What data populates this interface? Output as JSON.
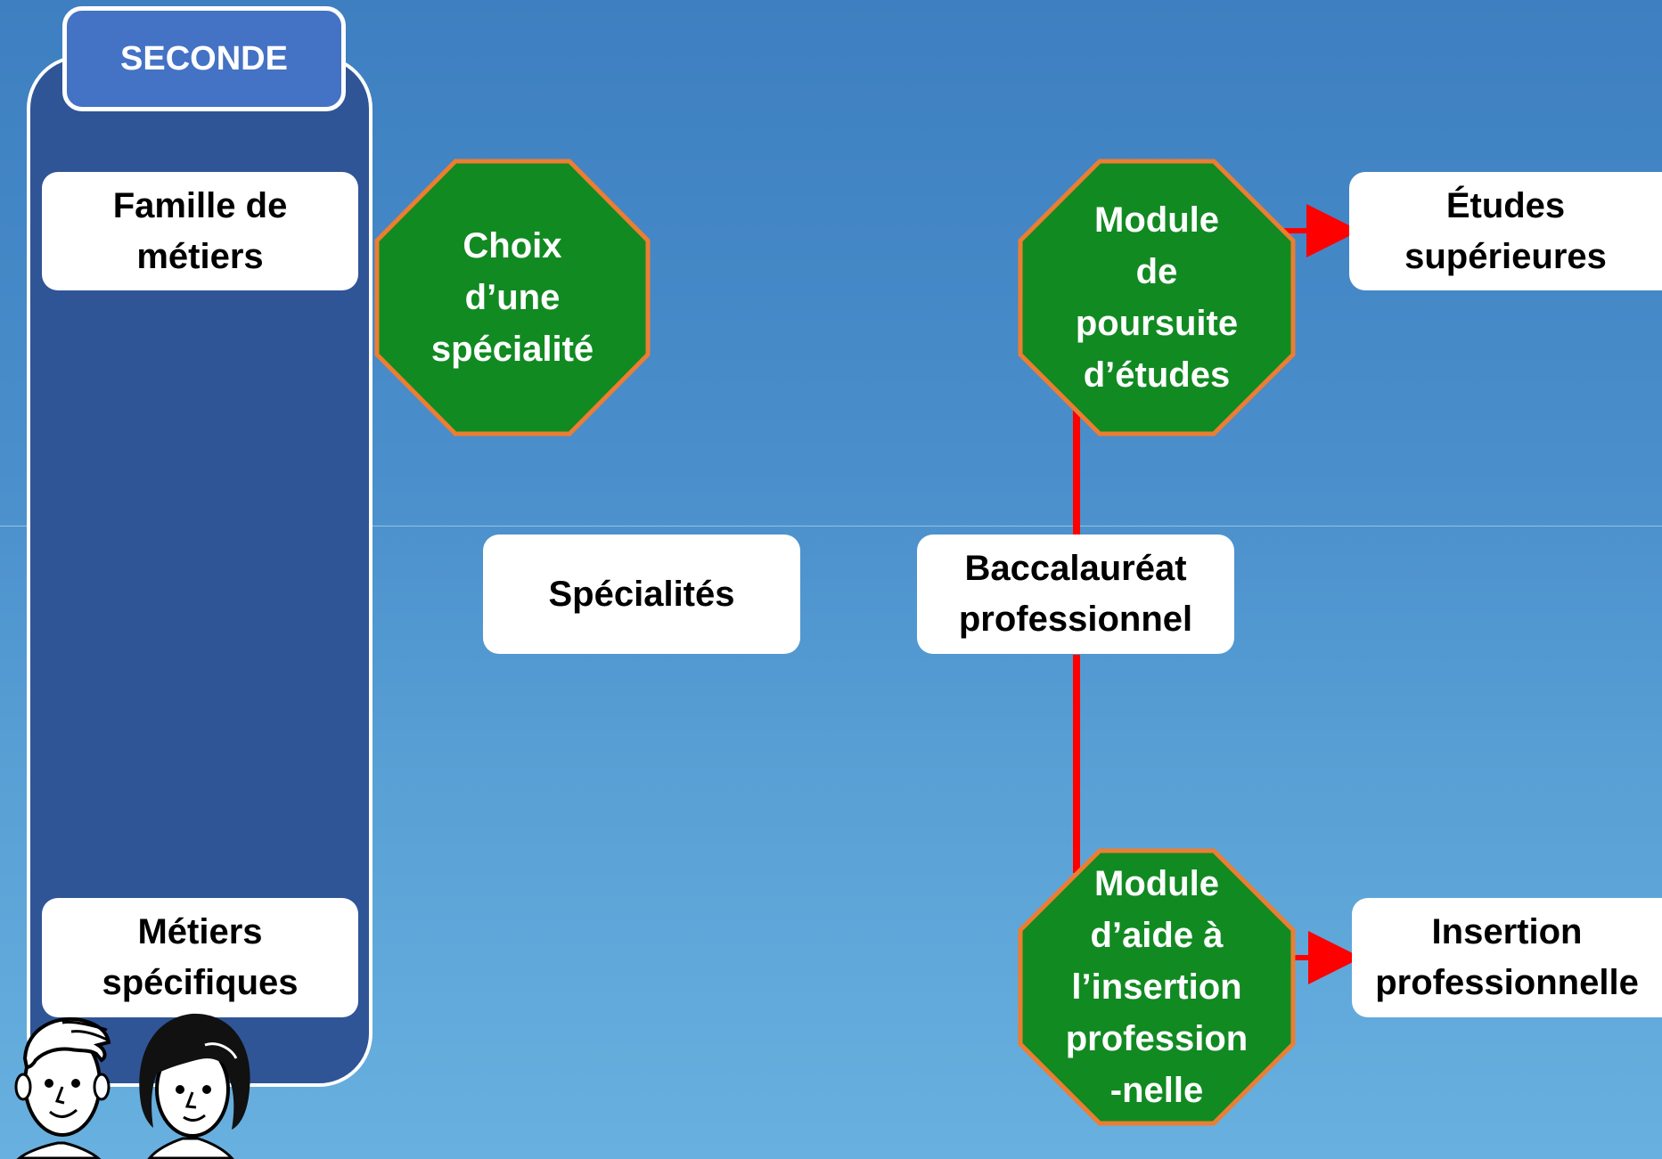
{
  "seconde": {
    "label": "SECONDE"
  },
  "left_boxes": {
    "famille": [
      "Famille de",
      "métiers"
    ],
    "metiers": [
      "Métiers",
      "spécifiques"
    ]
  },
  "octagons": {
    "choix": [
      "Choix",
      "d’une",
      "spécialité"
    ],
    "poursuite": [
      "Module",
      "de",
      "poursuite",
      "d’études"
    ],
    "insertion": [
      "Module",
      "d’aide à",
      "l’insertion",
      "profession",
      "-nelle"
    ]
  },
  "boxes": {
    "specialites": "Spécialités",
    "bac": [
      "Baccalauréat",
      "professionnel"
    ],
    "etudes": [
      "Études",
      "supérieures"
    ],
    "insertion_pro": [
      "Insertion",
      "professionnelle"
    ]
  },
  "colors": {
    "octagon_fill": "#118a22",
    "octagon_stroke": "#ed7d31",
    "connector": "#ff0000",
    "panel": "#2f5597",
    "seconde": "#4472c4"
  },
  "icons": [
    "boy-face-icon",
    "girl-face-icon"
  ]
}
